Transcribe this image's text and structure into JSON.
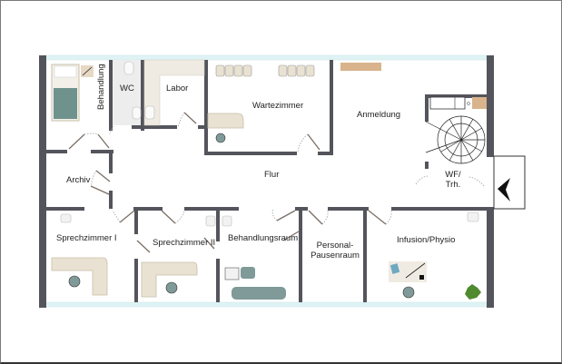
{
  "floorplan": {
    "rooms": [
      {
        "id": "behandlung",
        "label": "Behandlung"
      },
      {
        "id": "wc",
        "label": "WC"
      },
      {
        "id": "labor",
        "label": "Labor"
      },
      {
        "id": "wartezimmer",
        "label": "Wartezimmer"
      },
      {
        "id": "anmeldung",
        "label": "Anmeldung"
      },
      {
        "id": "flur",
        "label": "Flur"
      },
      {
        "id": "archiv",
        "label": "Archiv"
      },
      {
        "id": "wf",
        "label_line1": "WF/",
        "label_line2": "Trh."
      },
      {
        "id": "sprechzimmer1",
        "label": "Sprechzimmer I"
      },
      {
        "id": "sprechzimmer2",
        "label": "Sprechzimmer II"
      },
      {
        "id": "behandlungsraum",
        "label": "Behandlungsraum"
      },
      {
        "id": "pausenraum",
        "label_line1": "Personal-",
        "label_line2": "Pausenraum"
      },
      {
        "id": "infusion",
        "label": "Infusion/Physio"
      }
    ],
    "colors": {
      "wall": "#54555c",
      "window": "#dff3f5",
      "furniture_beige": "#e9e2d2",
      "furniture_edge": "#c9bfa8",
      "chair": "#7f9a98",
      "wood": "#d9b38c",
      "plant": "#4f8a2e",
      "door_swing": "#9aa0a6"
    },
    "entrance_icon": "entrance-arrow-icon"
  }
}
